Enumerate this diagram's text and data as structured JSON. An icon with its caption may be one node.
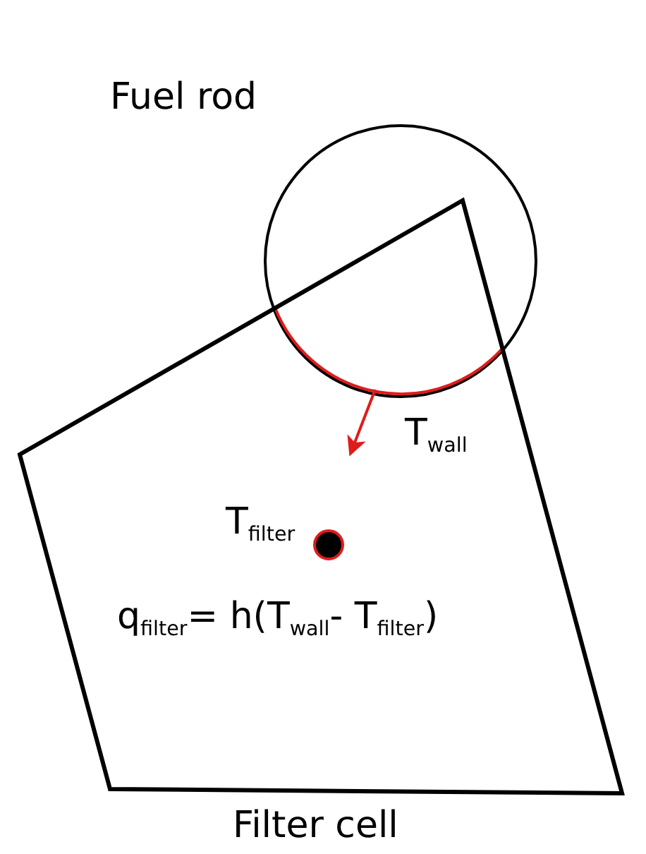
{
  "diagram": {
    "nodes": [
      {
        "text": [
          "Fuel rod"
        ]
      },
      {
        "text": [
          "Filter cell"
        ]
      }
    ],
    "edges": [
      {
        "from": 0,
        "to": 1,
        "arrow": "to"
      }
    ],
    "labels": [
      "T$_{wall}$",
      "T$_{filter}$",
      "q$_{filter}$= h(T$_{wall}$- T$_{filter}$)"
    ]
  }
}
